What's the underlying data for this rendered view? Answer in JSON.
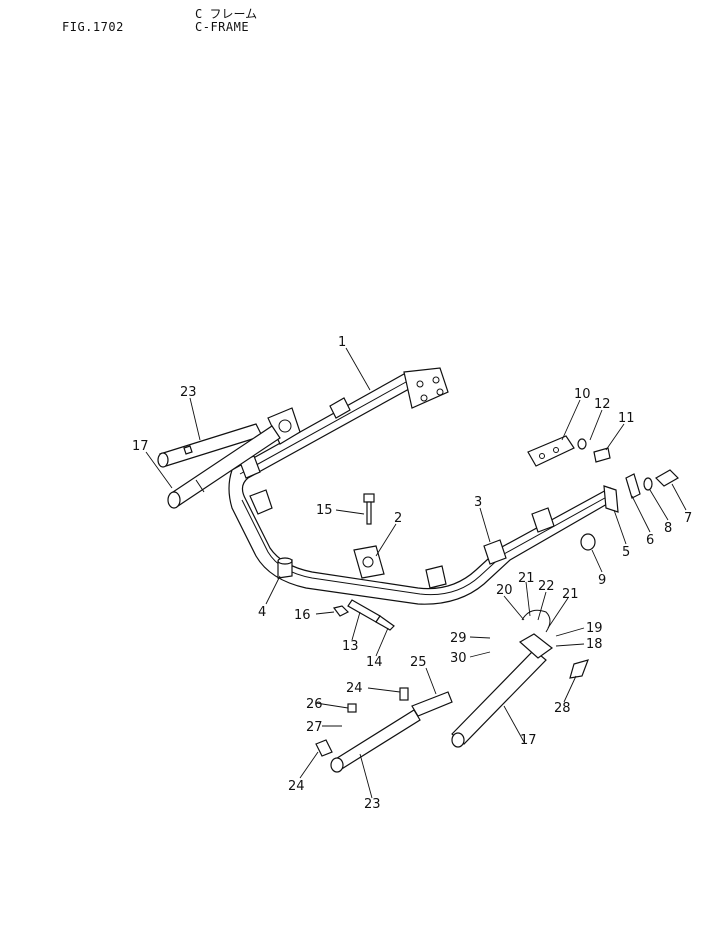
{
  "header": {
    "fig_number": "FIG.1702",
    "title_jp": "C フレーム",
    "title_en": "C-FRAME"
  },
  "callouts": [
    "1",
    "2",
    "3",
    "4",
    "5",
    "6",
    "7",
    "8",
    "9",
    "10",
    "11",
    "12",
    "13",
    "14",
    "15",
    "16",
    "17",
    "17",
    "18",
    "19",
    "20",
    "21",
    "21",
    "22",
    "23",
    "23",
    "24",
    "24",
    "25",
    "26",
    "27",
    "28",
    "29",
    "30"
  ]
}
